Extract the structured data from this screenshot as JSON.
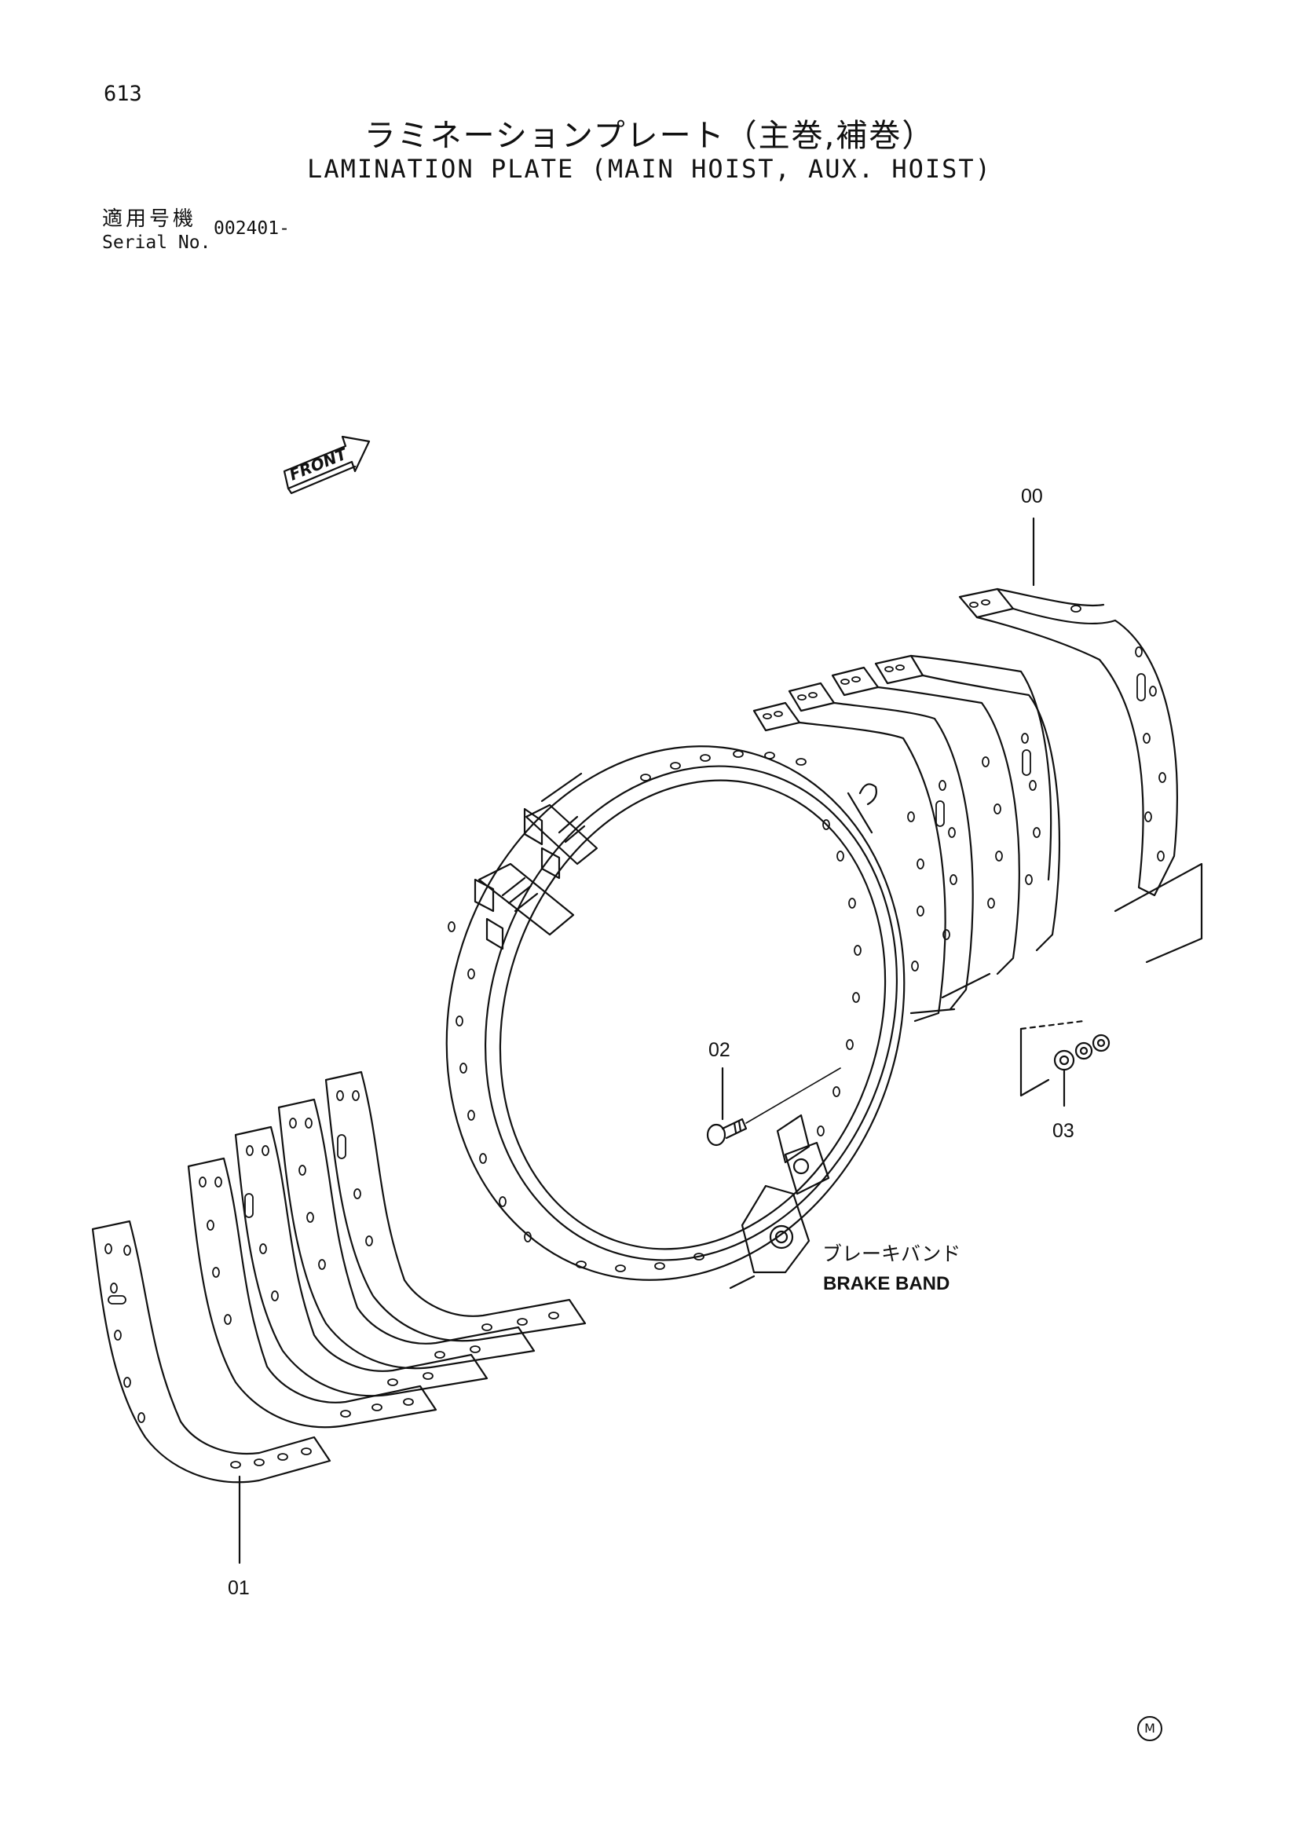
{
  "page": {
    "number": "613",
    "title_jp": "ラミネーションプレート（主巻,補巻）",
    "title_en": "LAMINATION PLATE (MAIN HOIST, AUX. HOIST)",
    "serial_label_jp": "適用号機",
    "serial_label_en": "Serial No.",
    "serial_value": "002401-"
  },
  "diagram": {
    "front_label": "FRONT",
    "callouts": {
      "part_00": "00",
      "part_01": "01",
      "part_02": "02",
      "part_03": "03"
    },
    "brake_band_jp": "ブレーキバンド",
    "brake_band_en": "BRAKE BAND",
    "manufacturer_mark": "M",
    "colors": {
      "ink": "#111111",
      "paper": "#ffffff"
    }
  }
}
